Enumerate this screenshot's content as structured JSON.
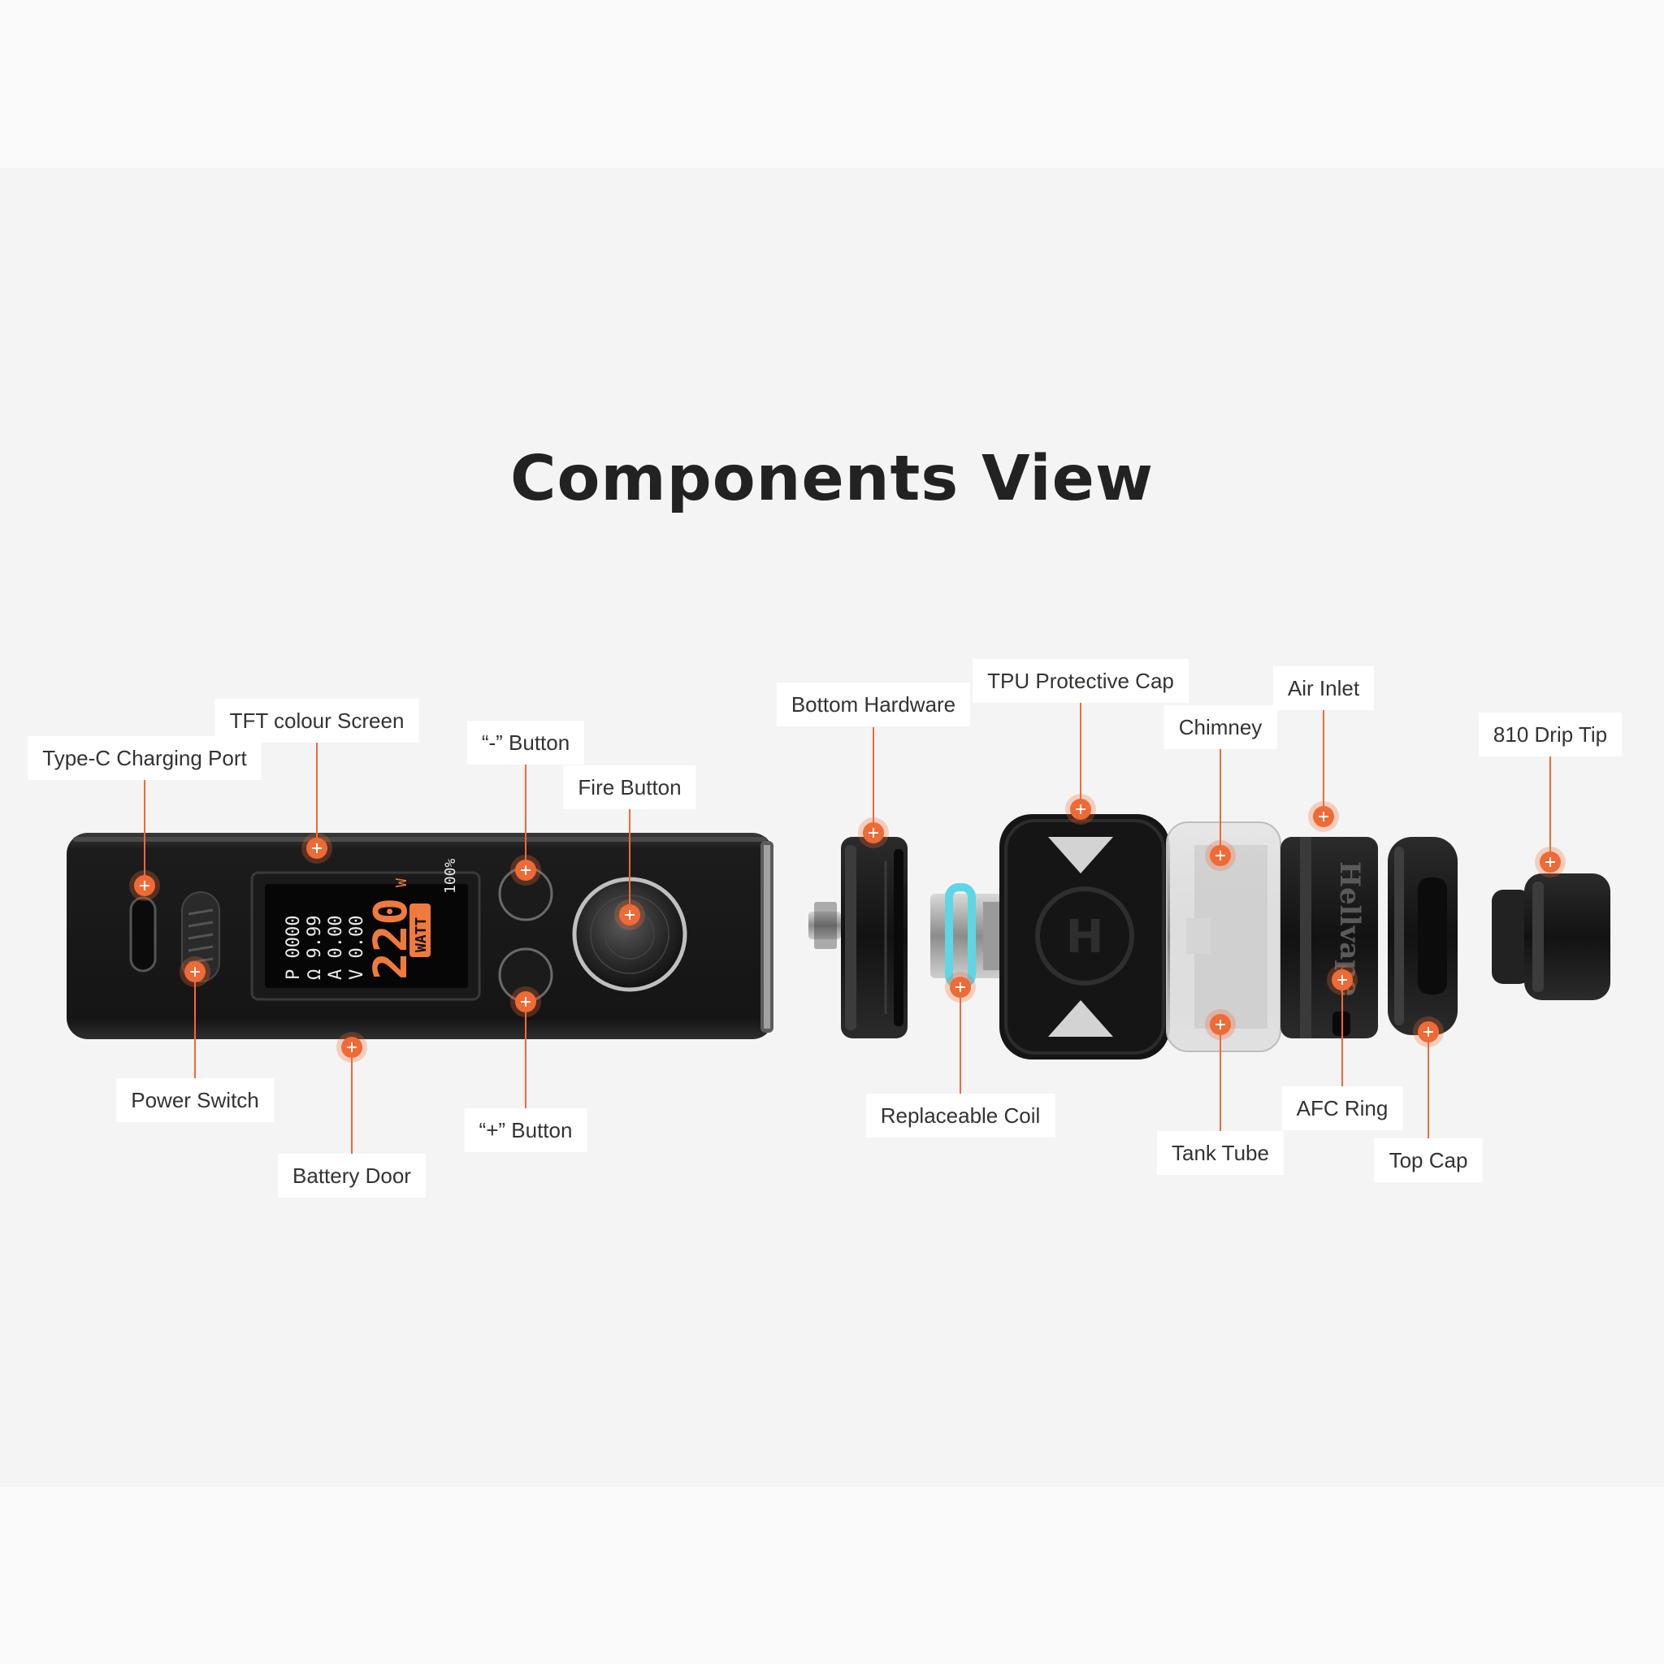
{
  "title": "Components View",
  "accent_color": "#ef6a35",
  "screen": {
    "watt_badge": "WATT",
    "battery": "100%",
    "power_value": "220",
    "power_unit": "W",
    "voltage": "V 0.00",
    "current": "A 0.00",
    "resistance": "Ω 9.99",
    "puff": "P 0000"
  },
  "atomizer_print": "Hellvape",
  "callouts": {
    "type_c_port": "Type-C Charging Port",
    "tft_screen": "TFT colour Screen",
    "minus_button": "“-” Button",
    "fire_button": "Fire Button",
    "power_switch": "Power Switch",
    "battery_door": "Battery Door",
    "plus_button": "“+” Button",
    "bottom_hardware": "Bottom Hardware",
    "tpu_cap": "TPU Protective Cap",
    "chimney": "Chimney",
    "air_inlet": "Air Inlet",
    "drip_tip": "810 Drip Tip",
    "replaceable_coil": "Replaceable Coil",
    "tank_tube": "Tank Tube",
    "afc_ring": "AFC Ring",
    "top_cap": "Top Cap"
  }
}
